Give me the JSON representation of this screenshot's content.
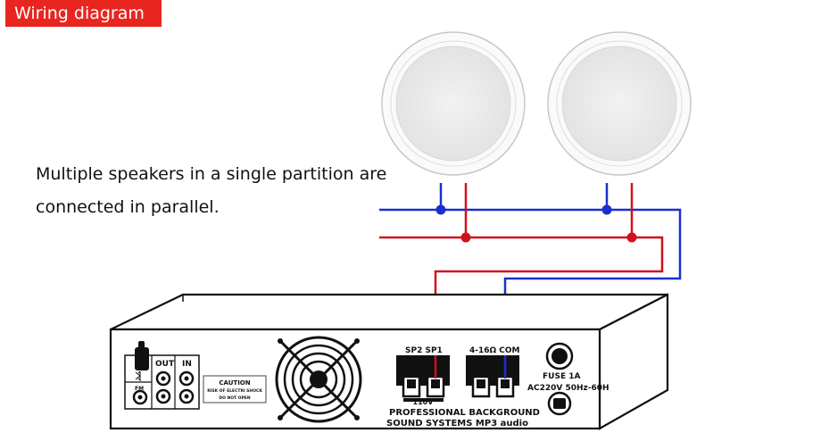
{
  "header": {
    "title": "Wiring diagram"
  },
  "description": {
    "line1": "Multiple speakers in a single partition are",
    "line2": "connected in parallel."
  },
  "colors": {
    "header_bg": "#e8261f",
    "negative_wire": "#1b2fd0",
    "positive_wire": "#d0101a"
  },
  "amplifier": {
    "out_label": "OUT",
    "in_label": "IN",
    "fm_label": "FM",
    "caution_title": "CAUTION",
    "caution_line1": "RISK OF ELECTRI SHOCK",
    "caution_line2": "DO NOT OPEN",
    "sp_labels": "SP2  SP1",
    "voltage_label": "110V",
    "impedance_labels": "4-16Ω  COM",
    "fuse_label": "FUSE 1A",
    "power_label": "AC220V 50Hz-60H",
    "brand_line1": "PROFESSIONAL BACKGROUND",
    "brand_line2": "SOUND SYSTEMS MP3 audio"
  },
  "icons": {
    "fan": "fan-grille-icon",
    "bluetooth": "bluetooth-icon",
    "speaker": "ceiling-speaker-icon"
  }
}
